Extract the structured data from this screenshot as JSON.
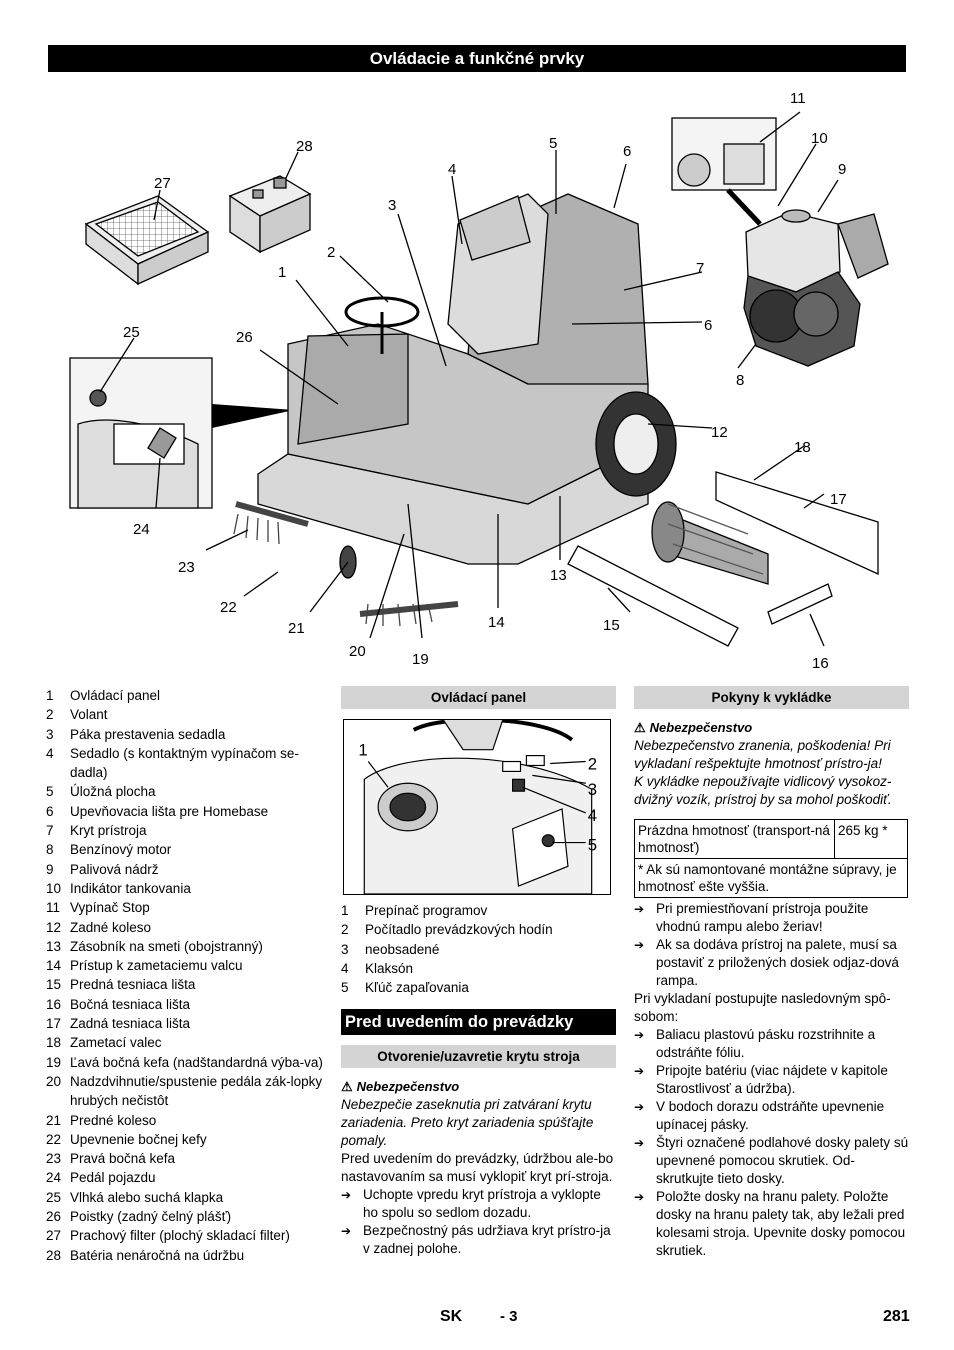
{
  "header": {
    "title": "Ovládacie a funkčné prvky"
  },
  "figure_callouts": [
    "1",
    "2",
    "3",
    "4",
    "5",
    "6",
    "6",
    "7",
    "8",
    "9",
    "10",
    "11",
    "12",
    "13",
    "14",
    "15",
    "16",
    "17",
    "18",
    "19",
    "20",
    "21",
    "22",
    "23",
    "24",
    "25",
    "26",
    "27",
    "28"
  ],
  "legend": [
    {
      "n": "1",
      "t": "Ovládací panel"
    },
    {
      "n": "2",
      "t": "Volant"
    },
    {
      "n": "3",
      "t": "Páka prestavenia sedadla"
    },
    {
      "n": "4",
      "t": "Sedadlo (s kontaktným vypínačom se-dadla)"
    },
    {
      "n": "5",
      "t": "Úložná plocha"
    },
    {
      "n": "6",
      "t": "Upevňovacia lišta pre Homebase"
    },
    {
      "n": "7",
      "t": "Kryt prístroja"
    },
    {
      "n": "8",
      "t": "Benzínový motor"
    },
    {
      "n": "9",
      "t": "Palivová nádrž"
    },
    {
      "n": "10",
      "t": "Indikátor tankovania"
    },
    {
      "n": "11",
      "t": "Vypínač Stop"
    },
    {
      "n": "12",
      "t": "Zadné koleso"
    },
    {
      "n": "13",
      "t": "Zásobník na smeti (obojstranný)"
    },
    {
      "n": "14",
      "t": "Prístup k zametaciemu valcu"
    },
    {
      "n": "15",
      "t": "Predná tesniaca lišta"
    },
    {
      "n": "16",
      "t": "Bočná tesniaca lišta"
    },
    {
      "n": "17",
      "t": "Zadná tesniaca lišta"
    },
    {
      "n": "18",
      "t": "Zametací valec"
    },
    {
      "n": "19",
      "t": "Ľavá bočná kefa (nadštandardná výba-va)"
    },
    {
      "n": "20",
      "t": "Nadzdvihnutie/spustenie pedála zák-lopky hrubých nečistôt"
    },
    {
      "n": "21",
      "t": "Predné koleso"
    },
    {
      "n": "22",
      "t": "Upevnenie bočnej kefy"
    },
    {
      "n": "23",
      "t": "Pravá bočná kefa"
    },
    {
      "n": "24",
      "t": "Pedál pojazdu"
    },
    {
      "n": "25",
      "t": "Vlhká alebo suchá klapka"
    },
    {
      "n": "26",
      "t": "Poistky (zadný čelný plášť)"
    },
    {
      "n": "27",
      "t": "Prachový filter (plochý skladací filter)"
    },
    {
      "n": "28",
      "t": "Batéria nenáročná na údržbu"
    }
  ],
  "control_panel": {
    "heading": "Ovládací panel",
    "callouts": [
      "1",
      "2",
      "3",
      "4",
      "5"
    ],
    "items": [
      {
        "n": "1",
        "t": "Prepínač programov"
      },
      {
        "n": "2",
        "t": "Počítadlo prevádzkových hodín"
      },
      {
        "n": "3",
        "t": "neobsadené"
      },
      {
        "n": "4",
        "t": "Klaksón"
      },
      {
        "n": "5",
        "t": "Kľúč zapaľovania"
      }
    ]
  },
  "before_start": {
    "heading": "Pred uvedením do prevádzky",
    "subheading": "Otvorenie/uzavretie krytu stroja",
    "warning_label": "Nebezpečenstvo",
    "warning_text": "Nebezpečie zaseknutia pri zatváraní krytu zariadenia. Preto kryt zariadenia spúšťajte pomaly.",
    "intro": "Pred uvedením do prevádzky, údržbou ale-bo nastavovaním sa musí vyklopiť kryt prí-stroja.",
    "steps": [
      "Uchopte vpredu kryt prístroja a vyklopte ho spolu so sedlom dozadu.",
      "Bezpečnostný pás udržiava kryt prístro-ja v zadnej polohe."
    ]
  },
  "unloading": {
    "heading": "Pokyny k vykládke",
    "warning_label": "Nebezpečenstvo",
    "warning_text1": "Nebezpečenstvo zranenia, poškodenia! Pri vykladaní rešpektujte hmotnosť prístro-ja!",
    "warning_text2": "K vykládke nepoužívajte vidlicový vysokoz-dvižný vozík, prístroj by sa mohol poškodiť.",
    "table": {
      "label": "Prázdna hmotnosť (transport-ná hmotnosť)",
      "value": "265 kg *",
      "note": "* Ak sú namontované montážne súpravy, je hmotnosť ešte vyššia."
    },
    "steps1": [
      "Pri premiestňovaní prístroja použite vhodnú rampu alebo žeriav!",
      "Ak sa dodáva prístroj na palete, musí sa postaviť z priložených dosiek odjaz-dová rampa."
    ],
    "intro2": "Pri vykladaní postupujte nasledovným spô-sobom:",
    "steps2": [
      "Baliacu plastovú pásku rozstrihnite a odstráňte fóliu.",
      "Pripojte batériu (viac nájdete v kapitole Starostlivosť a údržba).",
      "V bodoch dorazu odstráňte upevnenie upínacej pásky.",
      "Štyri označené podlahové dosky palety sú upevnené pomocou skrutiek. Od-skrutkujte tieto dosky.",
      "Položte dosky na hranu palety. Položte dosky na hranu palety tak, aby ležali pred kolesami stroja. Upevnite dosky pomocou skrutiek."
    ]
  },
  "footer": {
    "lang": "SK",
    "page_local": "- 3",
    "page_number": "281"
  }
}
